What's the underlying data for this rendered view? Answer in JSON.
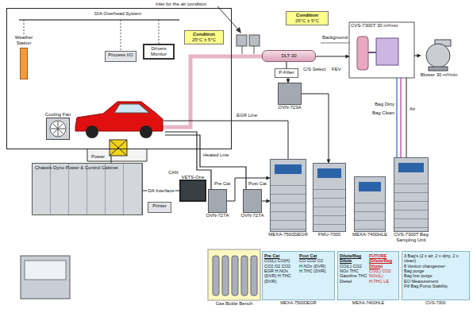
{
  "diagram": {
    "nodes": [
      {
        "text": [
          "D/A Overhead System"
        ]
      },
      {
        "text": [
          "Condition",
          "25°C ± 5°C"
        ],
        "in": 0
      },
      {
        "text": [
          "Weather Station"
        ],
        "in": 0
      },
      {
        "text": [
          "Process I/O"
        ],
        "in": 0
      },
      {
        "text": [
          "Drivers Monitor"
        ],
        "in": 0
      },
      {
        "text": [
          "Cooling Fan"
        ],
        "in": 0
      },
      {
        "text": [
          "Condition",
          "25°C ± 5°C"
        ]
      },
      {
        "text": [
          "DLT-30"
        ]
      },
      {
        "text": [
          "CVS-7300T 30 m³/min"
        ]
      },
      {
        "text": [
          "Blower 30 m³/min"
        ]
      },
      {
        "text": [
          "P-Filter"
        ]
      },
      {
        "text": [
          "OVN-723A"
        ]
      },
      {
        "text": [
          "Chassis Dyno Power & Control Cabinet"
        ]
      },
      {
        "text": [
          "Printer"
        ]
      },
      {
        "text": [
          "VETS-One"
        ]
      },
      {
        "text": [
          "OVN-727A"
        ]
      },
      {
        "text": [
          "OVN-727A"
        ]
      },
      {
        "text": [
          "MEXA-7500DEGR"
        ]
      },
      {
        "text": [
          "FMU-7000"
        ]
      },
      {
        "text": [
          "MEXA-7400HLE"
        ]
      },
      {
        "text": [
          "CVS-7300T Bag Sampling Unit"
        ]
      },
      {
        "text": [
          "Gas Bottle Bench"
        ]
      },
      {
        "text": [
          "Pre Cat",
          "CO(L) CO(H) CO2 O2 CO2 EGR H.NOx (DVR) H.THC (DVR)",
          "Post Cat",
          "CO CO2 O2 H.NOx (DVR) H.THC (DVR)",
          "MEXA-7500DEGR"
        ]
      },
      {
        "text": [
          "Dilute/Bag Dilute",
          "CO(L) CO2 NOx THC Gasoline THC Diesel",
          "FUTURE (Dilute/Bag Dilute)",
          "CO(L) CO2 NOx(L) H.THC LE",
          "MEXA-7400HLE"
        ]
      },
      {
        "text": [
          "3 Bag's (2 x air, 2 x dirty, 2 x clean)",
          "8 Venturi changeover",
          "Bag purge",
          "Bag line purge",
          "EO Measurement",
          "Fill Bag Pump Stability",
          "CVS-7300"
        ]
      }
    ],
    "edges": [
      {
        "from": 12,
        "to": 14,
        "label": "DA Interface",
        "arrow": "none"
      },
      {
        "from": 15,
        "to": 17,
        "arrow": "to"
      },
      {
        "from": 16,
        "to": 17,
        "arrow": "to"
      },
      {
        "from": 7,
        "to": 10,
        "arrow": "none"
      },
      {
        "from": 10,
        "to": 11,
        "arrow": "to"
      },
      {
        "from": 11,
        "to": 18,
        "arrow": "to"
      },
      {
        "from": 7,
        "to": 8,
        "arrow": "to"
      },
      {
        "from": 8,
        "to": 9,
        "arrow": "to"
      },
      {
        "from": 8,
        "to": 20,
        "arrow": "none"
      }
    ],
    "labels": [
      "Inlet for the air condition",
      "Background",
      "C/S Select",
      "FEV",
      "Heated Line",
      "EGR Line",
      "Power",
      "CAN",
      "Pre Cat",
      "Post Cat",
      "Bag Dirty",
      "Bag Clean",
      "Air"
    ]
  }
}
